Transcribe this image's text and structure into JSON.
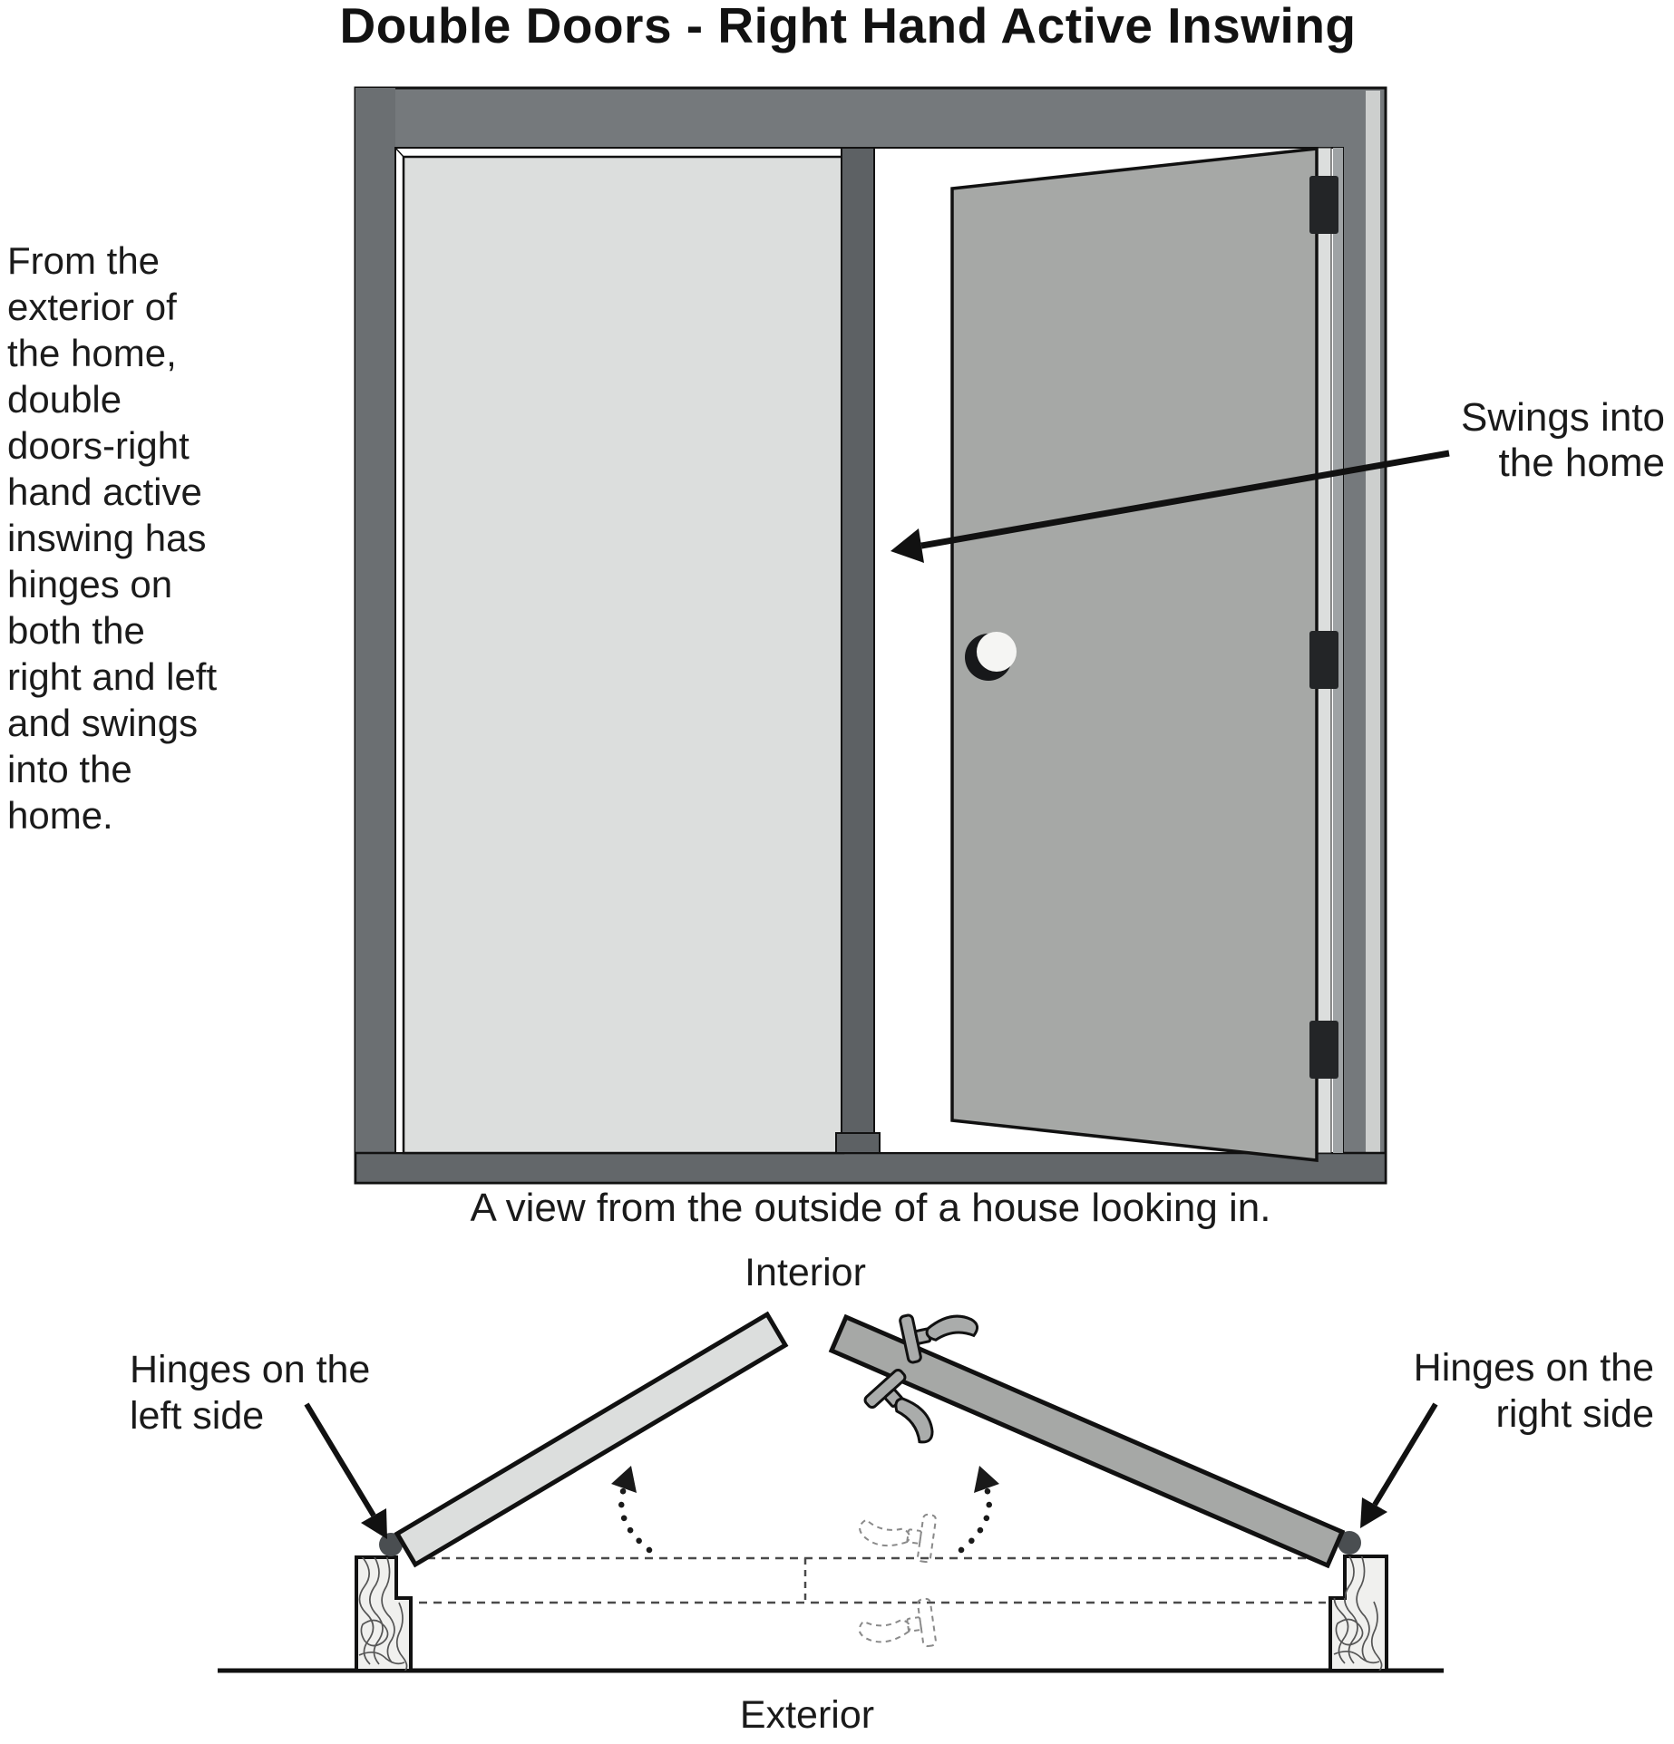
{
  "title": "Double Doors - Right Hand Active Inswing",
  "description": "From the\nexterior of\nthe home,\ndouble\ndoors-right\nhand active\ninswing has\nhinges on\nboth the\nright and left\nand swings\ninto the\nhome.",
  "main_view": {
    "swing_annotation": "Swings into\nthe home",
    "caption": "A view from the outside of a house looking in."
  },
  "plan_view": {
    "interior_label": "Interior",
    "exterior_label": "Exterior",
    "hinges_left_label": "Hinges on the\nleft side",
    "hinges_right_label": "Hinges on the\nright side"
  },
  "colors": {
    "frame": "#75797c",
    "frame_left_band": "#6b6f72",
    "frame_sill": "#63676a",
    "door_closed_light": "#dcdedd",
    "door_open_gray": "#a6a8a6",
    "mullion": "#5d6164",
    "hinge_dark": "#232527",
    "pivot_dot": "#4a4e51",
    "outline": "#111111",
    "text": "#1a1a1a"
  }
}
